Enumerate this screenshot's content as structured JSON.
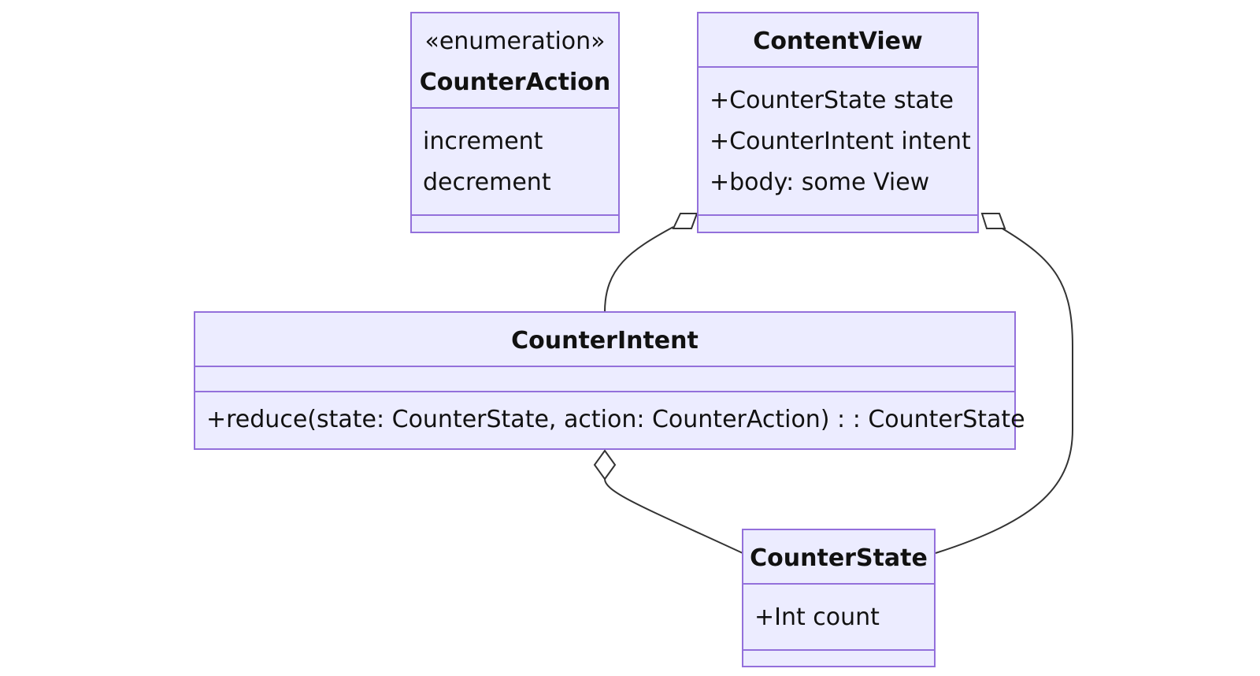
{
  "classes": {
    "counter_action": {
      "stereotype": "«enumeration»",
      "name": "CounterAction",
      "members": [
        "increment",
        "decrement"
      ]
    },
    "content_view": {
      "name": "ContentView",
      "members": [
        "+CounterState state",
        "+CounterIntent intent",
        "+body: some View"
      ]
    },
    "counter_intent": {
      "name": "CounterIntent",
      "methods": [
        "+reduce(state: CounterState, action: CounterAction) : : CounterState"
      ]
    },
    "counter_state": {
      "name": "CounterState",
      "members": [
        "+Int count"
      ]
    }
  },
  "relations": [
    {
      "from": "ContentView",
      "to": "CounterIntent",
      "type": "aggregation"
    },
    {
      "from": "ContentView",
      "to": "CounterState",
      "type": "aggregation"
    },
    {
      "from": "CounterIntent",
      "to": "CounterState",
      "type": "aggregation"
    }
  ],
  "colors": {
    "box_fill": "#ECECFF",
    "box_stroke": "#9370DB",
    "edge_stroke": "#333333",
    "text": "#111111"
  }
}
